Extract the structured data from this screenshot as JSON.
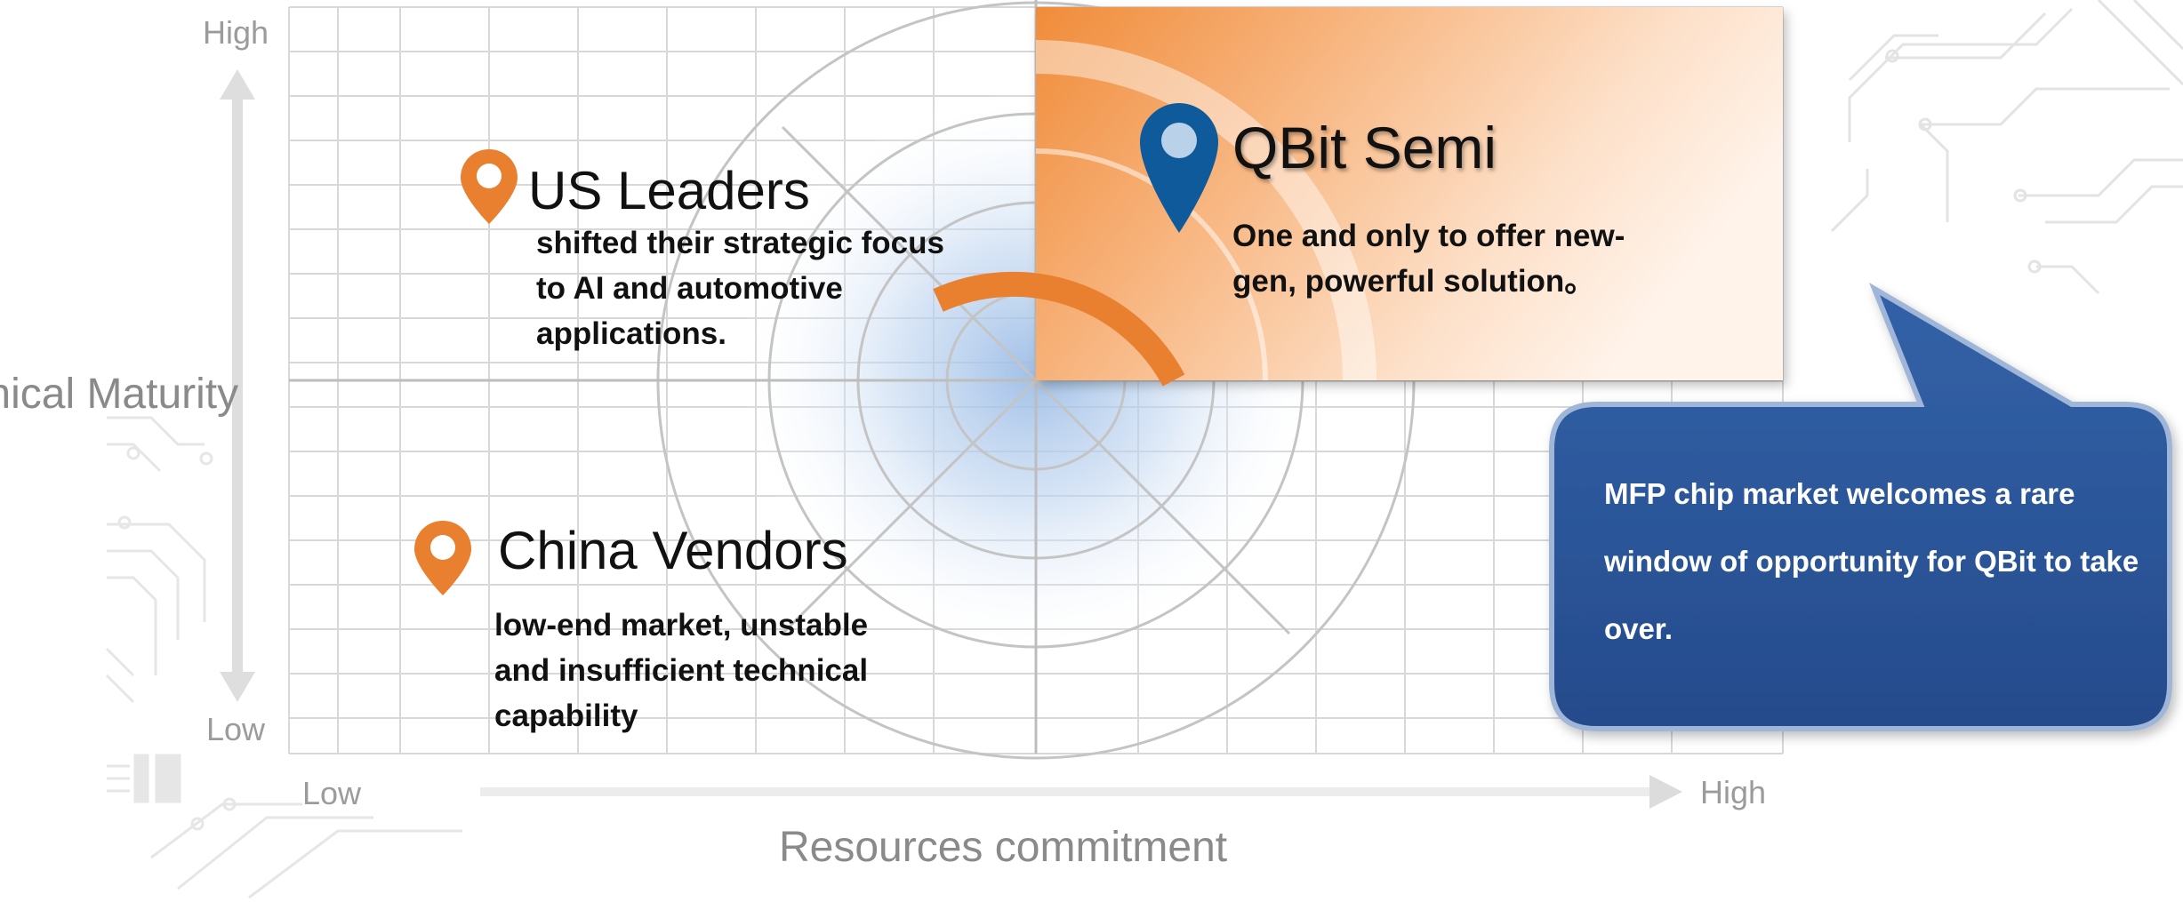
{
  "axes": {
    "y_title": "Technical Maturity",
    "y_high": "High",
    "y_low": "Low",
    "x_title": "Resources commitment",
    "x_low": "Low",
    "x_high": "High"
  },
  "players": {
    "us_leaders": {
      "title": "US Leaders",
      "description": "shifted their strategic focus to AI and automotive applications."
    },
    "china_vendors": {
      "title": "China Vendors",
      "description": "low-end market, unstable and insufficient technical capability"
    },
    "qbit_semi": {
      "title": "QBit Semi",
      "description": "One and only to offer new-gen, powerful solution。"
    }
  },
  "callout": {
    "text": "MFP chip market welcomes a rare window of opportunity for QBit to take over."
  },
  "colors": {
    "accent_orange": "#e8802f",
    "pin_blue": "#0e5a9a",
    "callout_blue": "#2e5597",
    "grid": "#d4d4d4"
  },
  "icons": [
    "map-pin-icon",
    "circuit-decoration"
  ]
}
